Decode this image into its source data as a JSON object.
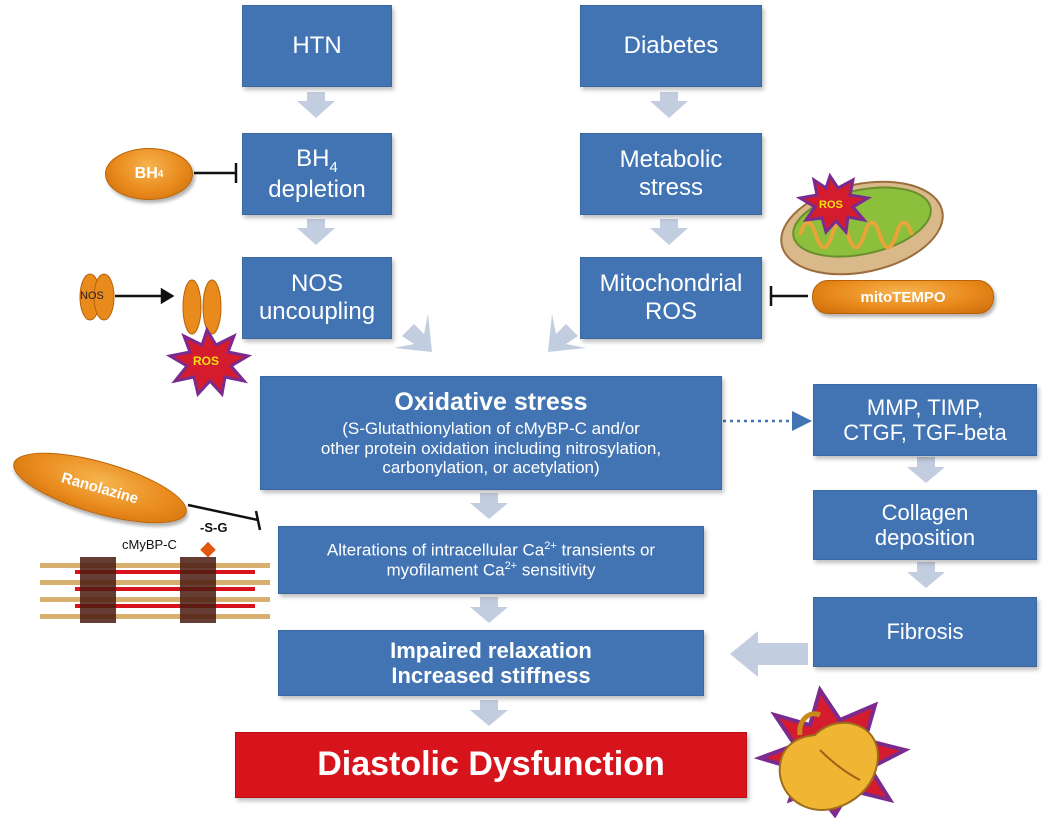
{
  "boxes": {
    "htn": "HTN",
    "diabetes": "Diabetes",
    "bh4_depletion": {
      "main": "BH",
      "sub": "4",
      "line2": "depletion"
    },
    "metabolic_stress": [
      "Metabolic",
      "stress"
    ],
    "nos_uncoupling": [
      "NOS",
      "uncoupling"
    ],
    "mito_ros": [
      "Mitochondrial",
      "ROS"
    ],
    "oxidative_stress": {
      "title": "Oxidative stress",
      "lines": [
        "(S-Glutathionylation of cMyBP-C and/or",
        "other protein oxidation including nitrosylation,",
        "carbonylation, or acetylation)"
      ]
    },
    "calcium": {
      "line1_pre": "Alterations of intracellular Ca",
      "sup": "2+",
      "line1_post": " transients or",
      "line2_pre": "myofilament Ca",
      "line2_post": " sensitivity"
    },
    "impaired": [
      "Impaired relaxation",
      "Increased stiffness"
    ],
    "diastolic": "Diastolic Dysfunction",
    "mmp": [
      "MMP, TIMP,",
      "CTGF, TGF-beta"
    ],
    "collagen": [
      "Collagen",
      "deposition"
    ],
    "fibrosis": "Fibrosis"
  },
  "labels": {
    "bh4_pill": {
      "main": "BH",
      "sub": "4"
    },
    "nos": "NOS",
    "ros": "ROS",
    "mitotempo": "mitoTEMPO",
    "ranolazine": "Ranolazine",
    "cmybpc": "cMyBP-C",
    "sg": "-S-G"
  },
  "colors": {
    "box_blue": "#4274b4",
    "arrow_gray": "#c3cde0",
    "diastolic_red": "#d7141b",
    "pill_orange": "#e98a1c",
    "burst_red": "#d41c2e",
    "burst_purple": "#7b2b8e",
    "ros_text": "#f2e010"
  }
}
